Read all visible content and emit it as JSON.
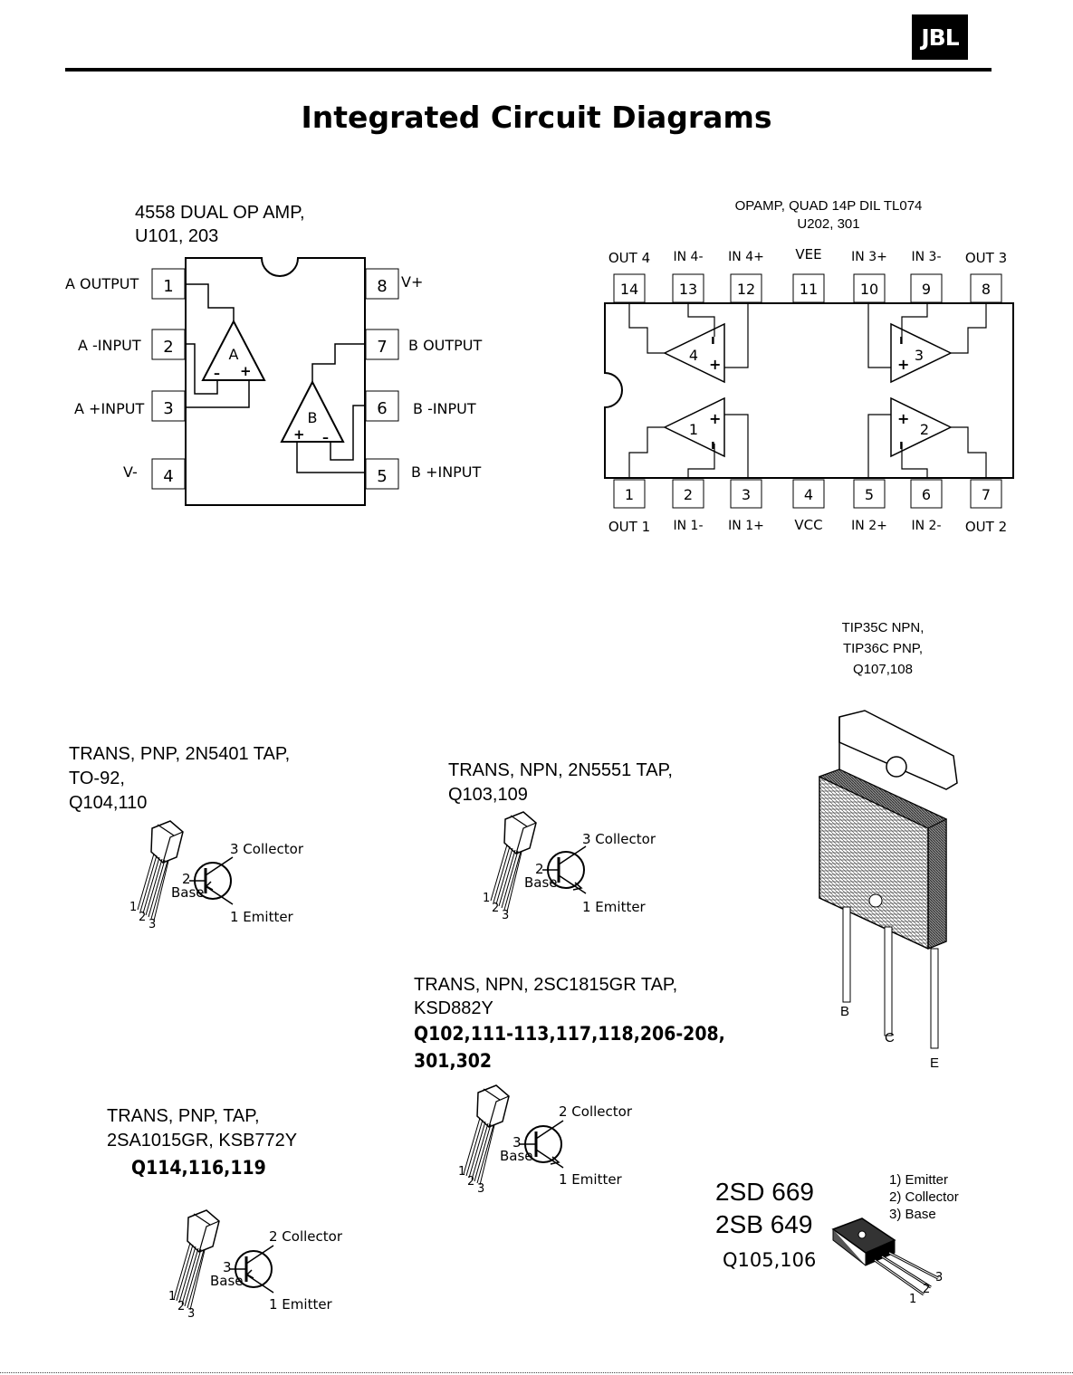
{
  "header": {
    "logo": "JBL",
    "title": "Integrated Circuit Diagrams"
  },
  "ic4558": {
    "name_line1": "4558 DUAL OP AMP,",
    "name_line2": "U101, 203",
    "pins": [
      {
        "n": "1",
        "label": "A OUTPUT"
      },
      {
        "n": "2",
        "label": "A -INPUT"
      },
      {
        "n": "3",
        "label": "A +INPUT"
      },
      {
        "n": "4",
        "label": "V-"
      },
      {
        "n": "5",
        "label": "B +INPUT"
      },
      {
        "n": "6",
        "label": "B -INPUT"
      },
      {
        "n": "7",
        "label": "B OUTPUT"
      },
      {
        "n": "8",
        "label": "V+"
      }
    ],
    "amp_a": "A",
    "amp_b": "B"
  },
  "tl074": {
    "name_line1": "OPAMP, QUAD 14P DIL TL074",
    "name_line2": "U202, 301",
    "top_pins": [
      {
        "n": "14",
        "label": "OUT 4"
      },
      {
        "n": "13",
        "label": "IN 4-"
      },
      {
        "n": "12",
        "label": "IN 4+"
      },
      {
        "n": "11",
        "label": "VEE"
      },
      {
        "n": "10",
        "label": "IN 3+"
      },
      {
        "n": "9",
        "label": "IN 3-"
      },
      {
        "n": "8",
        "label": "OUT 3"
      }
    ],
    "bottom_pins": [
      {
        "n": "1",
        "label": "OUT 1"
      },
      {
        "n": "2",
        "label": "IN 1-"
      },
      {
        "n": "3",
        "label": "IN 1+"
      },
      {
        "n": "4",
        "label": "VCC"
      },
      {
        "n": "5",
        "label": "IN 2+"
      },
      {
        "n": "6",
        "label": "IN 2-"
      },
      {
        "n": "7",
        "label": "OUT 2"
      }
    ],
    "amps": [
      "4",
      "3",
      "1",
      "2"
    ]
  },
  "tip35": {
    "line1": "TIP35C NPN,",
    "line2": "TIP36C PNP,",
    "line3": "Q107,108",
    "pin_b": "B",
    "pin_c": "C",
    "pin_e": "E"
  },
  "t2n5401": {
    "line1": "TRANS, PNP, 2N5401 TAP,",
    "line2": "TO-92,",
    "line3": "Q104,110",
    "collector": "3 Collector",
    "base_num": "2",
    "base": "Base",
    "emitter": "1 Emitter",
    "leads": [
      "1",
      "2",
      "3"
    ]
  },
  "t2n5551": {
    "line1": "TRANS, NPN, 2N5551 TAP,",
    "line2": "Q103,109",
    "collector": "3 Collector",
    "base_num": "2",
    "base": "Base",
    "emitter": "1 Emitter",
    "leads": [
      "1",
      "2",
      "3"
    ]
  },
  "t2sc1815": {
    "line1": "TRANS, NPN, 2SC1815GR TAP,",
    "line2": "KSD882Y",
    "line3": "Q102,111-113,117,118,206-208,",
    "line4": "301,302",
    "collector": "2 Collector",
    "base_num": "3",
    "base": "Base",
    "emitter": "1 Emitter",
    "leads": [
      "1",
      "2",
      "3"
    ]
  },
  "t2sa1015": {
    "line1": "TRANS, PNP, TAP,",
    "line2": "2SA1015GR,  KSB772Y",
    "line3": "Q114,116,119",
    "collector": "2 Collector",
    "base_num": "3",
    "base": "Base",
    "emitter": "1 Emitter",
    "leads": [
      "1",
      "2",
      "3"
    ]
  },
  "t2sd669": {
    "line1": "2SD 669",
    "line2": "2SB 649",
    "line3": "Q105,106",
    "pin1": "1) Emitter",
    "pin2": "2) Collector",
    "pin3": "3) Base",
    "leads": [
      "1",
      "2",
      "3"
    ]
  }
}
